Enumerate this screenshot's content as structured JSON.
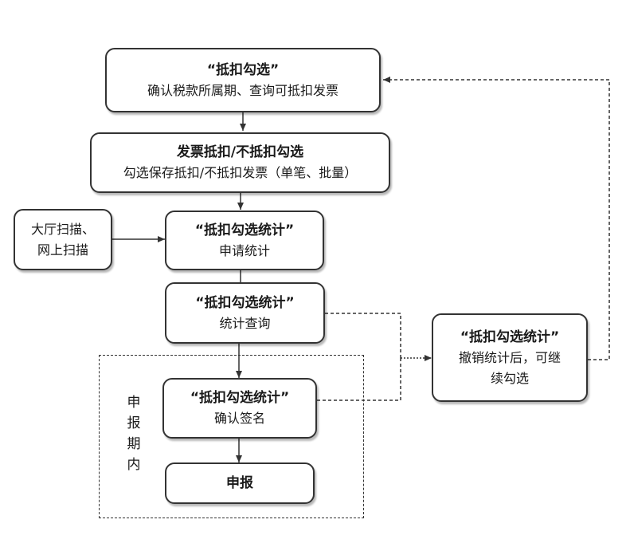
{
  "nodes": {
    "select": {
      "title": "“抵扣勾选”",
      "sub": "确认税款所属期、查询可抵扣发票"
    },
    "invoice": {
      "title": "发票抵扣/不抵扣勾选",
      "sub": "勾选保存抵扣/不抵扣发票（单笔、批量）"
    },
    "scan": {
      "line1": "大厅扫描、",
      "line2": "网上扫描"
    },
    "apply": {
      "title": "“抵扣勾选统计”",
      "sub": "申请统计"
    },
    "query": {
      "title": "“抵扣勾选统计”",
      "sub": "统计查询"
    },
    "confirm": {
      "title": "“抵扣勾选统计”",
      "sub": "确认签名"
    },
    "declare": {
      "title": "申报"
    },
    "revoke": {
      "title": "“抵扣勾选统计”",
      "sub1": "撤销统计后，可继",
      "sub2": "续勾选"
    }
  },
  "period_label": [
    "申",
    "报",
    "期",
    "内"
  ]
}
